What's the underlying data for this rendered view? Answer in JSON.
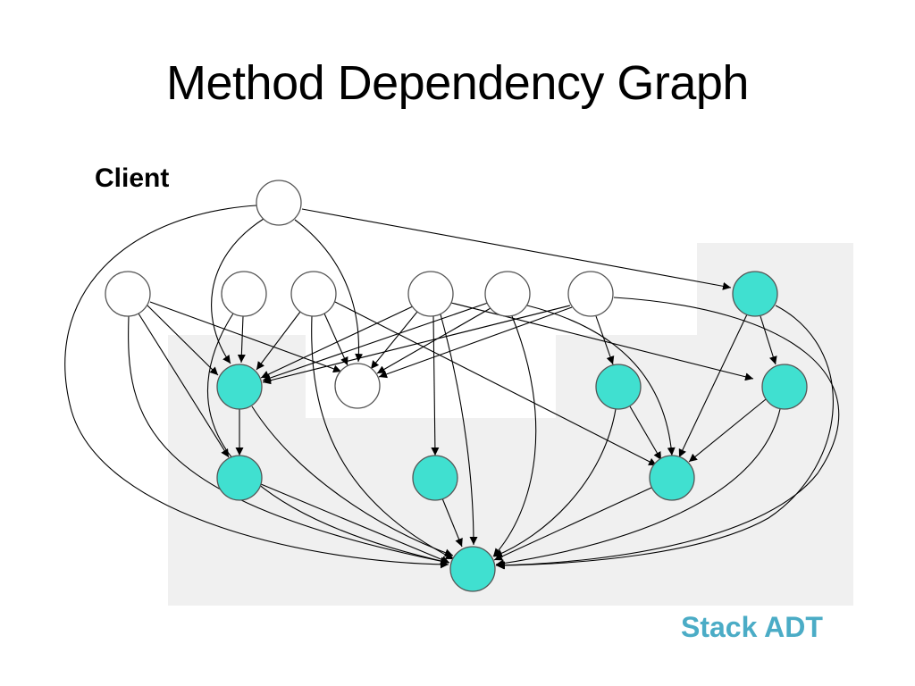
{
  "slide": {
    "title": "Method Dependency Graph",
    "client_label": "Client",
    "adt_label": "Stack ADT"
  },
  "colors": {
    "adt_node_fill": "#40e0d0",
    "client_node_fill": "#ffffff",
    "adt_region": "#f0f0f0",
    "adt_label": "#4bacc6"
  }
}
